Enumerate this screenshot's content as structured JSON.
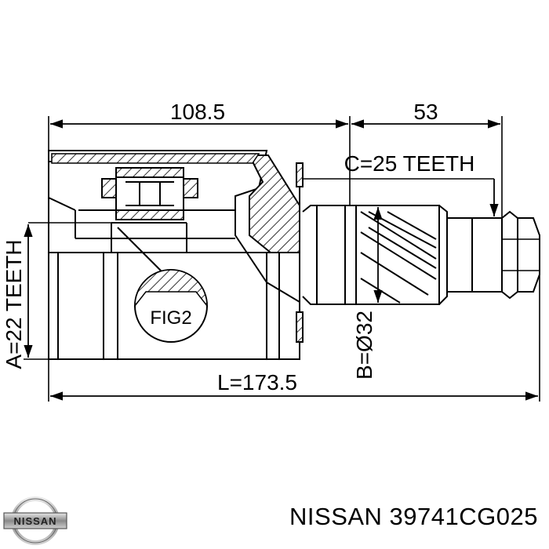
{
  "dimensions": {
    "housing_length": "108.5",
    "shaft_length": "53",
    "spline_outer": "C=25 TEETH",
    "spline_inner": "A=22 TEETH",
    "seal_diameter": "B=Ø32",
    "total_length": "L=173.5"
  },
  "figure_label": "FIG2",
  "logo": {
    "brand_text": "NISSAN"
  },
  "caption": "NISSAN 39741CG025"
}
